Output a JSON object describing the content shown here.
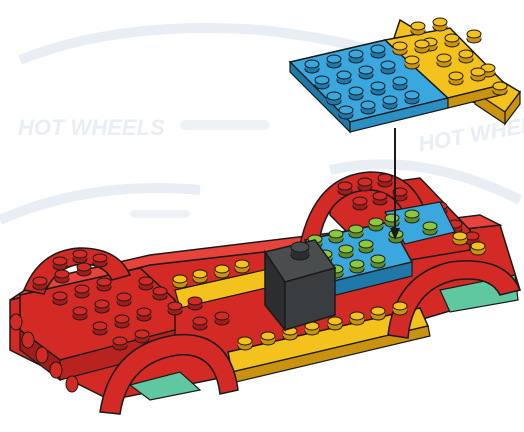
{
  "diagram": {
    "subject": "lego-car-build-step",
    "watermark_text": "HOT WHEELS",
    "colors": {
      "background": "#ffffff",
      "watermark": "#e8eef3",
      "red": "#d32a26",
      "red_dark": "#9f1d1a",
      "red_light": "#e8433b",
      "yellow": "#f4c21d",
      "yellow_dark": "#c9930f",
      "blue": "#3aa7df",
      "blue_dark": "#1f78a8",
      "lime": "#8dc63f",
      "lime_dark": "#5e8f26",
      "gray": "#3a3d40",
      "gray_dark": "#1f2123",
      "teal": "#5fc8a0",
      "outline": "#1a1a1a"
    },
    "parts": [
      {
        "id": "blue-yellow-plate",
        "description_hidden": true
      },
      {
        "id": "red-chassis"
      },
      {
        "id": "front-wheel-arch"
      },
      {
        "id": "rear-wheel-arch"
      },
      {
        "id": "black-brick"
      },
      {
        "id": "placement-arrow"
      }
    ]
  }
}
